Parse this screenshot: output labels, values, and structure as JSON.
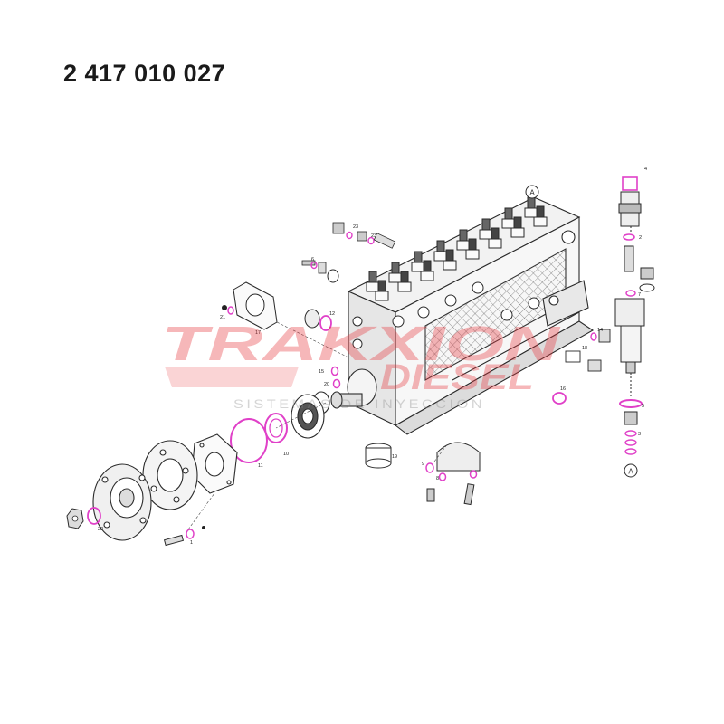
{
  "title": "2 417 010 027",
  "watermark": {
    "brand_line1": "TRAKXION",
    "brand_line2": "DIESEL",
    "tagline": "SISTEMAS DE INYECCION",
    "color": "#e8333a"
  },
  "colors": {
    "highlight": "#e040c8",
    "line": "#2a2a2a",
    "fill": "#eeeeee"
  },
  "callouts": {
    "reference_top": "A",
    "reference_bottom": "A",
    "c1": "1",
    "c2": "2",
    "c3": "3",
    "c4": "4",
    "c5": "5",
    "c6": "6",
    "c7": "7",
    "c8": "8",
    "c9": "9",
    "c10": "10",
    "c11": "11",
    "c12": "12",
    "c14": "14",
    "c15": "15",
    "c16": "16",
    "c17": "17",
    "c18": "18",
    "c19": "19",
    "c20": "20",
    "c21": "21",
    "c22": "22",
    "c23": "23"
  }
}
